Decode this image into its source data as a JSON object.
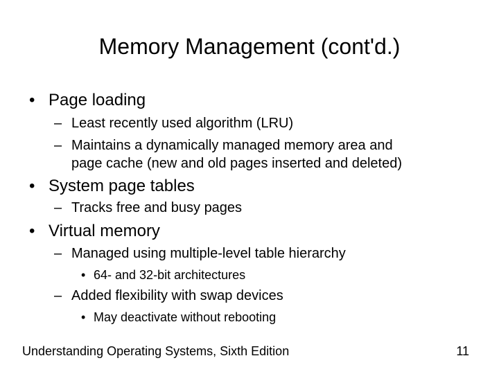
{
  "slide": {
    "title": "Memory Management (cont'd.)",
    "bullet_glyph": "•",
    "dash_glyph": "–",
    "items": [
      {
        "text": "Page loading"
      },
      {
        "text": "Least recently used algorithm (LRU)"
      },
      {
        "text": "Maintains a dynamically managed memory area and"
      },
      {
        "text": "page cache (new and old pages inserted and deleted)"
      },
      {
        "text": "System page tables"
      },
      {
        "text": "Tracks free and busy pages"
      },
      {
        "text": "Virtual memory"
      },
      {
        "text": "Managed using multiple-level table hierarchy"
      },
      {
        "text": "64- and 32-bit architectures"
      },
      {
        "text": "Added flexibility with swap devices"
      },
      {
        "text": "May deactivate without rebooting"
      }
    ]
  },
  "footer": {
    "source": "Understanding Operating Systems, Sixth Edition",
    "page_number": "11"
  }
}
